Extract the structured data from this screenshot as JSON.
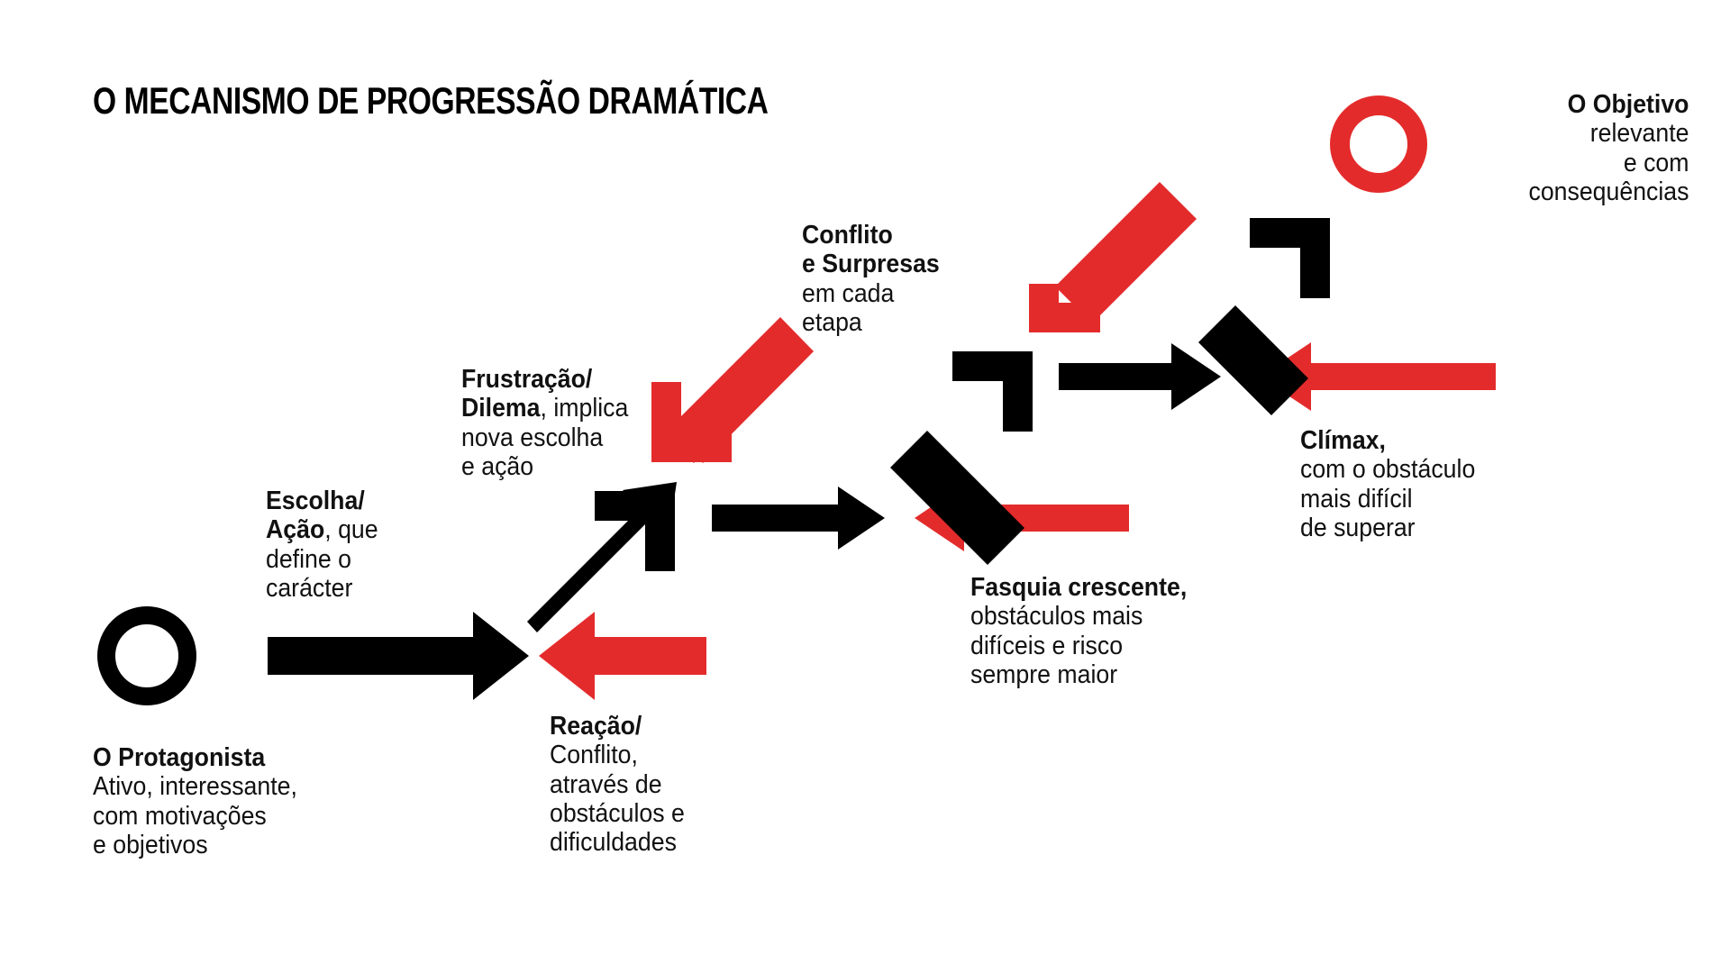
{
  "page": {
    "title": "O MECANISMO DE PROGRESSÃO DRAMÁTICA",
    "background": "#ffffff",
    "black": "#000000",
    "red": "#E42B2B"
  },
  "nodes": {
    "protagonist_marker": "circle-outline-black",
    "goal_marker": "circle-outline-red"
  },
  "captions": {
    "escolha": {
      "bold": "Escolha/\nAção",
      "line1": "Escolha/",
      "line2_bold": "Ação",
      "line2_rest": ", que",
      "line3": "define o",
      "line4": "carácter"
    },
    "protagonista": {
      "line1_bold": "O Protagonista",
      "line2": "Ativo, interessante,",
      "line3": "com motivações",
      "line4": "e objetivos"
    },
    "reacao": {
      "line1_bold": "Reação/",
      "line2": "Conflito,",
      "line3": "através de",
      "line4": "obstáculos e",
      "line5": "dificuldades"
    },
    "frustracao": {
      "line1_bold": "Frustração/",
      "line2_bold": "Dilema",
      "line2_rest": ", implica",
      "line3": "nova escolha",
      "line4": "e ação"
    },
    "conflito": {
      "line1_bold": "Conflito",
      "line2_bold": "e Surpresas",
      "line3": "em cada",
      "line4": "etapa"
    },
    "fasquia": {
      "line1_bold": "Fasquia crescente,",
      "line2": "obstáculos mais",
      "line3": "difíceis e risco",
      "line4": "sempre maior"
    },
    "climax": {
      "line1_bold": "Clímax,",
      "line2": "com o obstáculo",
      "line3": "mais difícil",
      "line4": "de superar"
    },
    "objetivo": {
      "line1_bold": "O Objetivo",
      "line2": "relevante",
      "line3": "e com",
      "line4": "consequências"
    }
  },
  "arrows": [
    {
      "name": "arrow-protagonist-to-reaction",
      "color": "#000000",
      "direction": "right"
    },
    {
      "name": "arrow-reaction-opposition",
      "color": "#E42B2B",
      "direction": "left"
    },
    {
      "name": "arrow-choice-rise-1",
      "color": "#000000",
      "direction": "up-right"
    },
    {
      "name": "arrow-conflict-surprise-1",
      "color": "#E42B2B",
      "direction": "down-left"
    },
    {
      "name": "arrow-middle-advance",
      "color": "#000000",
      "direction": "right"
    },
    {
      "name": "arrow-middle-opposition",
      "color": "#E42B2B",
      "direction": "left"
    },
    {
      "name": "arrow-choice-rise-2",
      "color": "#000000",
      "direction": "up-right"
    },
    {
      "name": "arrow-conflict-surprise-2",
      "color": "#E42B2B",
      "direction": "down-left"
    },
    {
      "name": "arrow-climax-advance",
      "color": "#000000",
      "direction": "right"
    },
    {
      "name": "arrow-climax-opposition",
      "color": "#E42B2B",
      "direction": "left"
    },
    {
      "name": "arrow-final-rise-to-goal",
      "color": "#000000",
      "direction": "up-right"
    }
  ]
}
